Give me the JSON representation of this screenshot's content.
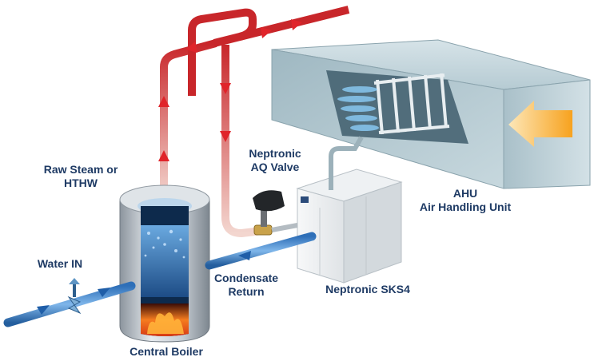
{
  "labels": {
    "raw_steam": [
      "Raw Steam or",
      "HTHW"
    ],
    "aq_valve": [
      "Neptronic",
      "AQ Valve"
    ],
    "ahu": [
      "AHU",
      "Air Handling Unit"
    ],
    "water_in": "Water IN",
    "condensate": [
      "Condensate",
      "Return"
    ],
    "sks4": "Neptronic SKS4",
    "boiler": "Central Boiler"
  },
  "colors": {
    "steam_pipe": "#c8262a",
    "arrow_red": "#e0242a",
    "water_pipe": "#3f86d0",
    "duct": "#bfd2d9",
    "label_text": "#1e3a64",
    "flame": "#f06a1c",
    "airflow_arrow": "#f7a21e"
  }
}
